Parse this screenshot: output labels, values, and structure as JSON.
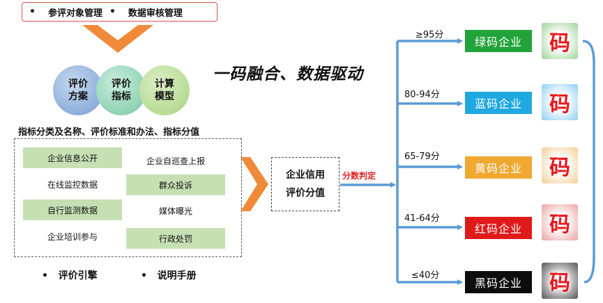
{
  "top_items": [
    "参评对象管理",
    "数据审核管理"
  ],
  "circles": [
    {
      "line1": "评价",
      "line2": "方案",
      "color": "#8eaedb"
    },
    {
      "line1": "评价",
      "line2": "指标",
      "color": "#8fd3b4"
    },
    {
      "line1": "计算",
      "line2": "模型",
      "color": "#b7dc94"
    }
  ],
  "slogan": "一码融合、数据驱动",
  "indicator_heading": "指标分类及名称、评价标准和办法、指标分值",
  "indicators": {
    "left": [
      "企业信息公开",
      "在线监控数据",
      "自行监测数据",
      "企业培训参与"
    ],
    "right": [
      "企业自巡查上报",
      "群众投诉",
      "媒体曝光",
      "行政处罚"
    ]
  },
  "bottom_items": [
    "评价引擎",
    "说明手册"
  ],
  "score_box": {
    "line1": "企业信用",
    "line2": "评价分值"
  },
  "judge_label": "分数判定",
  "levels": [
    {
      "range": "≥95分",
      "label": "绿码企业",
      "color": "#22a33a",
      "ma": "码",
      "ma_bg": "#c8e6c0"
    },
    {
      "range": "80-94分",
      "label": "蓝码企业",
      "color": "#20a8e0",
      "ma": "码",
      "ma_bg": "#b8e0f4"
    },
    {
      "range": "65-79分",
      "label": "黄码企业",
      "color": "#f0a830",
      "ma": "码",
      "ma_bg": "#f4ddb8"
    },
    {
      "range": "41-64分",
      "label": "红码企业",
      "color": "#e01a1a",
      "ma": "码",
      "ma_bg": "#f2c0c0"
    },
    {
      "range": "≤40分",
      "label": "黑码企业",
      "color": "#0d0d0d",
      "ma": "码",
      "ma_bg": "#909090"
    }
  ],
  "colors": {
    "arrow": "#5b9bd5",
    "chevron": "#f08a3a",
    "accent_red": "#e02020"
  }
}
